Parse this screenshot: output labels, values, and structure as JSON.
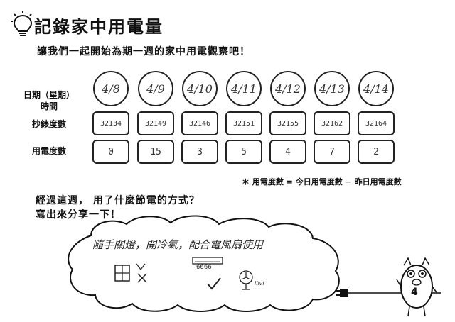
{
  "title": "記錄家中用電量",
  "intro": "讓我們一起開始為期一週的家中用電觀察吧！",
  "row_labels": {
    "date_line1": "日期（星期）",
    "date_line2": "時間",
    "reading": "抄錶度數",
    "usage": "用電度數"
  },
  "days": [
    {
      "date": "4/8",
      "reading": "32134",
      "usage": "0"
    },
    {
      "date": "4/9",
      "reading": "32149",
      "usage": "15"
    },
    {
      "date": "4/10",
      "reading": "32146",
      "usage": "3"
    },
    {
      "date": "4/11",
      "reading": "32151",
      "usage": "5"
    },
    {
      "date": "4/12",
      "reading": "32155",
      "usage": "4"
    },
    {
      "date": "4/13",
      "reading": "32162",
      "usage": "7"
    },
    {
      "date": "4/14",
      "reading": "32164",
      "usage": "2"
    }
  ],
  "formula": "＊ 用電度數 = 今日用電度數 − 昨日用電度數",
  "question_line1": "經過這週， 用了什麼節電的方式？",
  "question_line2": "寫出來分享一下！",
  "answer": "隨手關燈，開冷氣，配合電風扇使用",
  "sketch": {
    "reading_text": "6666",
    "fan_text": "ilivi"
  },
  "mascot_number": "4"
}
